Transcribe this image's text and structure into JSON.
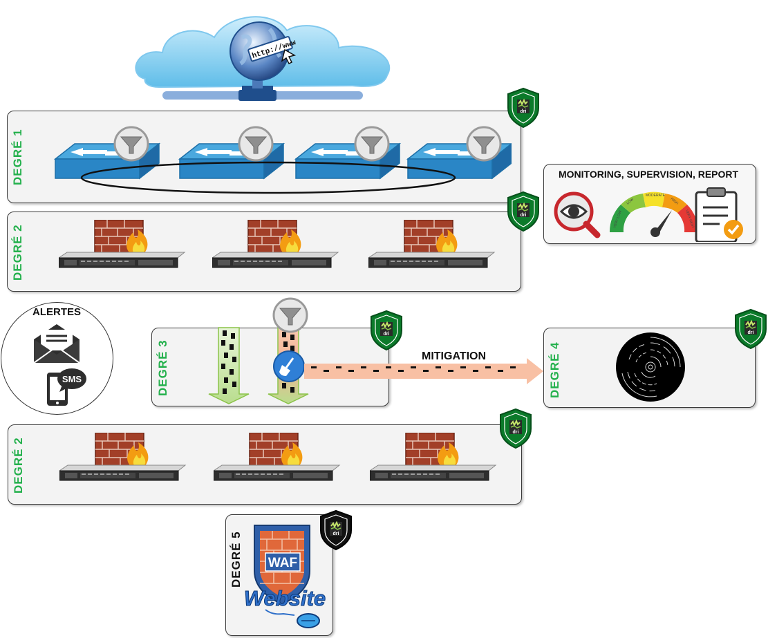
{
  "cloud": {
    "url_text": "http://www"
  },
  "tiers": [
    {
      "id": "degre1_top",
      "label": "DEGRÉ 1"
    },
    {
      "id": "degre2_top",
      "label": "DEGRÉ 2"
    },
    {
      "id": "degre3",
      "label": "DEGRÉ  3"
    },
    {
      "id": "degre4",
      "label": "DEGRÉ 4"
    },
    {
      "id": "degre2_bottom",
      "label": "DEGRÉ 2"
    },
    {
      "id": "degre5",
      "label": "DEGRÉ 5"
    }
  ],
  "shield_text": "dri",
  "monitoring": {
    "title": "MONITORING, SUPERVISION, REPORT",
    "gauge_labels": [
      "VERY LOW",
      "LOW",
      "MODERATE",
      "HIGH",
      "VERY HIGH"
    ]
  },
  "alerts": {
    "title": "ALERTES",
    "sms_label": "SMS"
  },
  "mitigation": {
    "label": "MITIGATION"
  },
  "waf": {
    "badge": "WAF",
    "website": "Website"
  },
  "colors": {
    "tier_label": "#22b04b",
    "shield_green": "#0b7a2a",
    "shield_black": "#111111",
    "arrow_fill": "#f8c0a4"
  }
}
